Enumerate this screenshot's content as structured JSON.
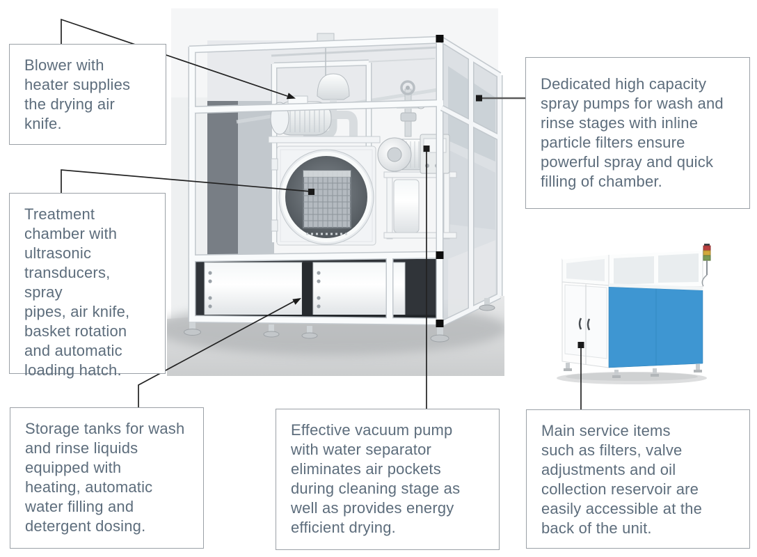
{
  "callouts": {
    "blower": {
      "text": "Blower with\nheater supplies\nthe drying air\nknife."
    },
    "treatment_chamber": {
      "text": "Treatment\nchamber with\nultrasonic\ntransducers, spray\npipes, air knife,\nbasket rotation\nand automatic\nloading hatch."
    },
    "storage_tanks": {
      "text": "Storage tanks for wash\nand rinse liquids\nequipped with\nheating, automatic\nwater filling and\ndetergent dosing."
    },
    "vacuum_pump": {
      "text": "Effective vacuum pump\nwith water separator\neliminates air pockets\nduring cleaning stage as\nwell as provides energy\nefficient drying."
    },
    "spray_pumps": {
      "text": "Dedicated high capacity\nspray pumps for wash and\nrinse stages with inline\nparticle filters ensure\npowerful spray and quick\nfilling of chamber."
    },
    "service_items": {
      "text": "Main service items\nsuch as filters, valve\nadjustments and oil\ncollection reservoir are\neasily accessible at the\nback of the unit."
    }
  },
  "colors": {
    "callout_text": "#5d6d7c",
    "callout_border": "#9aa0a6",
    "leader_line": "#222222",
    "machine_blue_panel": "#3e96d2"
  },
  "illustrations": {
    "main_machine": "industrial-parts-cleaning-machine-render",
    "service_unit": "compact-cabinet-with-blue-panel-render"
  }
}
